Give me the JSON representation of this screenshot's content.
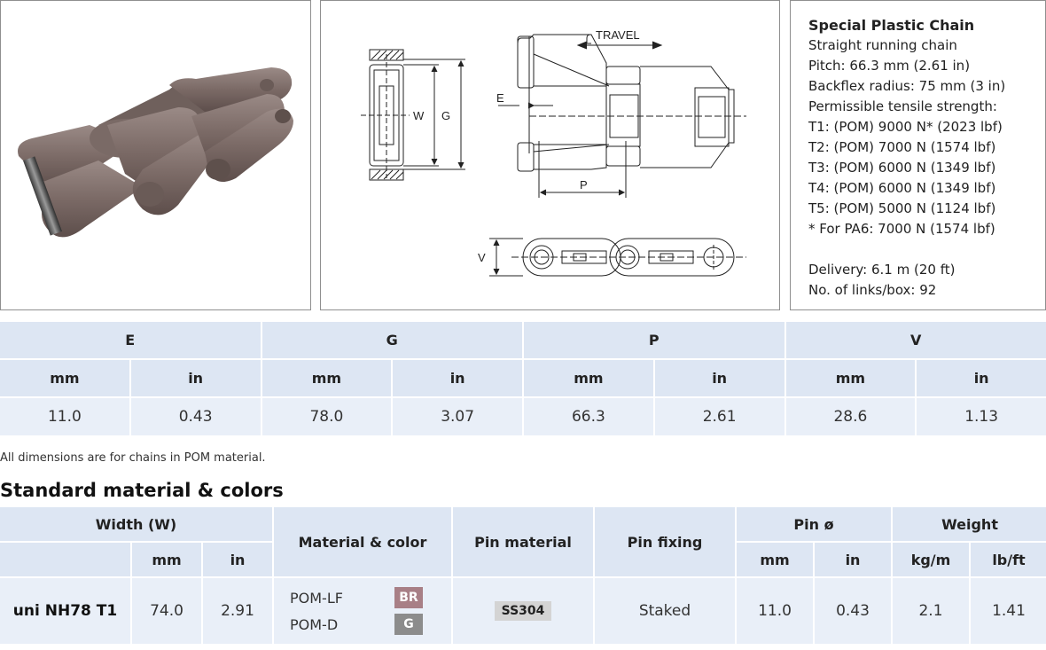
{
  "spec": {
    "title": "Special Plastic Chain",
    "lines": [
      "Straight running chain",
      "Pitch: 66.3 mm (2.61 in)",
      "Backflex radius: 75 mm (3 in)",
      "Permissible tensile strength:",
      "T1: (POM) 9000 N* (2023 lbf)",
      "T2: (POM) 7000 N (1574 lbf)",
      "T3: (POM) 6000 N (1349 lbf)",
      "T4: (POM) 6000 N (1349 lbf)",
      "T5: (POM) 5000 N (1124 lbf)",
      "* For PA6: 7000 N (1574 lbf)"
    ],
    "delivery": "Delivery: 6.1 m (20 ft)",
    "links": "No. of links/box: 92"
  },
  "diagram": {
    "travel": "TRAVEL",
    "w": "W",
    "g": "G",
    "e": "E",
    "p": "P",
    "v": "V"
  },
  "dimensions": {
    "groups": [
      "E",
      "G",
      "P",
      "V"
    ],
    "units": [
      "mm",
      "in",
      "mm",
      "in",
      "mm",
      "in",
      "mm",
      "in"
    ],
    "values": [
      "11.0",
      "0.43",
      "78.0",
      "3.07",
      "66.3",
      "2.61",
      "28.6",
      "1.13"
    ],
    "note": "All dimensions are for chains in POM material."
  },
  "standard": {
    "heading": "Standard material & colors",
    "headers": {
      "width": "Width (W)",
      "mm": "mm",
      "in": "in",
      "material": "Material & color",
      "pin_material": "Pin material",
      "pin_fixing": "Pin fixing",
      "pin_dia": "Pin ø",
      "pin_mm": "mm",
      "pin_in": "in",
      "weight": "Weight",
      "kgm": "kg/m",
      "lbft": "lb/ft"
    },
    "row": {
      "model": "uni NH78 T1",
      "mm": "74.0",
      "in": "2.91",
      "materials": [
        {
          "name": "POM-LF",
          "badge": "BR",
          "color": "#a87f86"
        },
        {
          "name": "POM-D",
          "badge": "G",
          "color": "#8c8c8c"
        }
      ],
      "pin_material": "SS304",
      "pin_fixing": "Staked",
      "pin_mm": "11.0",
      "pin_in": "0.43",
      "kgm": "2.1",
      "lbft": "1.41"
    }
  }
}
